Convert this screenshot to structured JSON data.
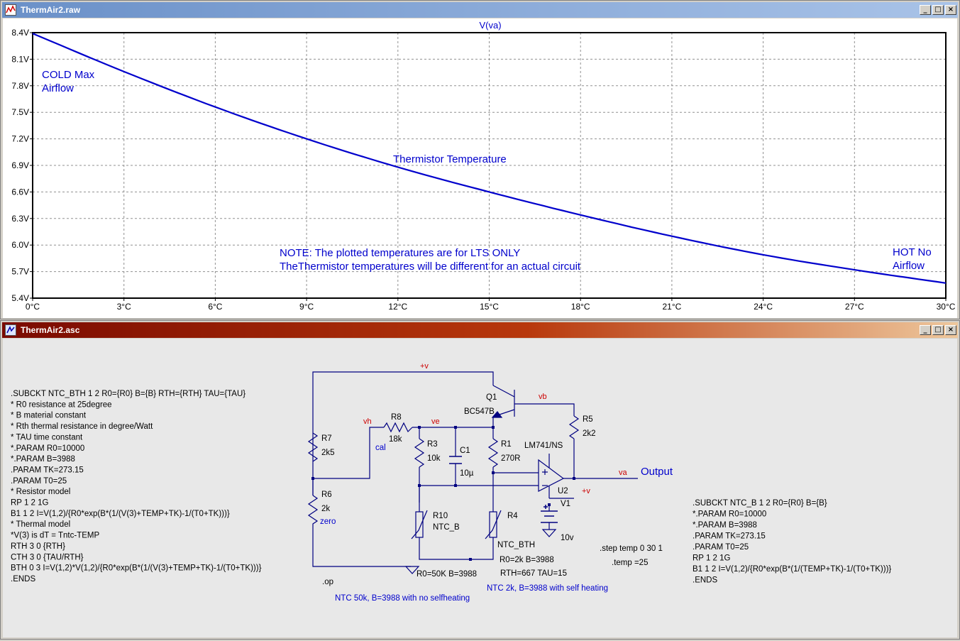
{
  "plot_window": {
    "title": "ThermAir2.raw",
    "buttons": {
      "minimize": "_",
      "maximize": "□",
      "close": "×"
    },
    "trace_label": "V(va)",
    "annotations": {
      "cold_line1": "COLD Max",
      "cold_line2": "Airflow",
      "hot_line1": "HOT No",
      "hot_line2": "Airflow",
      "mid": "Thermistor Temperature",
      "note_line1": "NOTE: The plotted temperatures are for LTS ONLY",
      "note_line2": "TheThermistor temperatures will be different for an actual circuit"
    }
  },
  "chart_data": {
    "type": "line",
    "xlim": [
      0,
      30
    ],
    "ylim": [
      5.4,
      8.4
    ],
    "x_tick_labels": [
      "0°C",
      "3°C",
      "6°C",
      "9°C",
      "12°C",
      "15°C",
      "18°C",
      "21°C",
      "24°C",
      "27°C",
      "30°C"
    ],
    "y_tick_labels": [
      "8.4V",
      "8.1V",
      "7.8V",
      "7.5V",
      "7.2V",
      "6.9V",
      "6.6V",
      "6.3V",
      "6.0V",
      "5.7V",
      "5.4V"
    ],
    "grid": true,
    "series": [
      {
        "name": "V(va)",
        "color": "#0000cc",
        "x": [
          0,
          3,
          6,
          9,
          12,
          15,
          18,
          21,
          24,
          27,
          30
        ],
        "y": [
          8.39,
          7.96,
          7.56,
          7.2,
          6.88,
          6.6,
          6.34,
          6.1,
          5.89,
          5.72,
          5.57
        ]
      }
    ]
  },
  "schematic_window": {
    "title": "ThermAir2.asc",
    "buttons": {
      "minimize": "_",
      "maximize": "□",
      "close": "×"
    },
    "subckt_left": [
      ".SUBCKT NTC_BTH 1 2  R0={R0} B={B} RTH={RTH} TAU={TAU}",
      "* R0 resistance at 25degree",
      "* B material constant",
      "* Rth thermal resistance in degree/Watt",
      "* TAU time constant",
      "*.PARAM R0=10000",
      "*.PARAM B=3988",
      ".PARAM TK=273.15",
      ".PARAM T0=25",
      "* Resistor model",
      "RP 1 2 1G",
      "B1 1 2  I=V(1,2)/{R0*exp(B*(1/(V(3)+TEMP+TK)-1/(T0+TK)))}",
      "* Thermal model",
      "*V(3) is dT = Tntc-TEMP",
      "RTH 3 0  {RTH}",
      "CTH 3 0 {TAU/RTH}",
      "BTH 0 3  I=V(1,2)*V(1,2)/{R0*exp(B*(1/(V(3)+TEMP+TK)-1/(T0+TK)))}",
      ".ENDS"
    ],
    "subckt_right": [
      ".SUBCKT NTC_B 1 2  R0={R0} B={B}",
      "*.PARAM R0=10000",
      "*.PARAM B=3988",
      ".PARAM TK=273.15",
      ".PARAM T0=25",
      "RP 1 2 1G",
      "B1 1 2  I=V(1,2)/{R0*exp(B*(1/(TEMP+TK)-1/(T0+TK)))}",
      ".ENDS"
    ],
    "nets": {
      "pv_top": "+v",
      "vh": "vh",
      "ve": "ve",
      "vb": "vb",
      "va": "va",
      "pv_u2": "+v"
    },
    "parts": {
      "q1_name": "Q1",
      "q1_model": "BC547B",
      "r8_name": "R8",
      "r8_val": "18k",
      "r7_name": "R7",
      "r7_val": "2k5",
      "r6_name": "R6",
      "r6_val": "2k",
      "r3_name": "R3",
      "r3_val": "10k",
      "c1_name": "C1",
      "c1_val": "10µ",
      "r1_name": "R1",
      "r1_val": "270R",
      "r5_name": "R5",
      "r5_val": "2k2",
      "u2_model": "LM741/NS",
      "u2_name": "U2",
      "v1_name": "V1",
      "v1_val": "10v",
      "r10_name": "R10",
      "r10_model": "NTC_B",
      "r10_params": "R0=50K B=3988",
      "r4_name": "R4",
      "r4_model": "NTC_BTH",
      "r4_params1": "R0=2k B=3988",
      "r4_params2": "RTH=667  TAU=15"
    },
    "labels": {
      "cal": "cal",
      "zero": "zero",
      "output": "Output",
      "op": ".op",
      "step": ".step temp 0 30 1",
      "temp": ".temp =25",
      "ntc50": "NTC 50k, B=3988  with no selfheating",
      "ntc2": "NTC 2k, B=3988  with self heating"
    }
  }
}
